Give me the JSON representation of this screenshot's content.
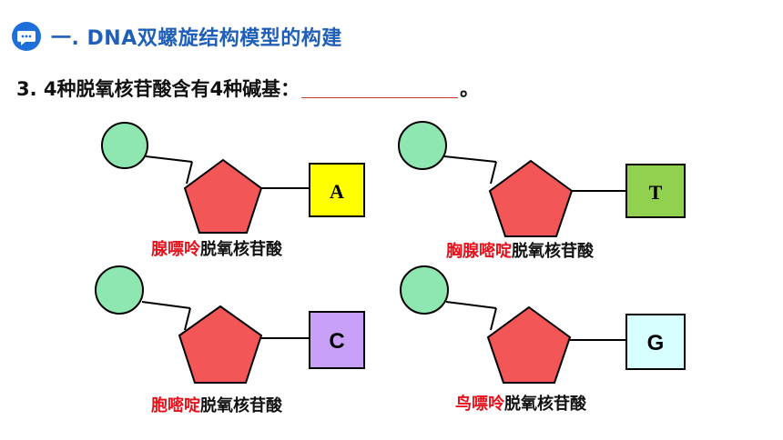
{
  "header": {
    "icon": "chat-bubble-icon",
    "title": "一. DNA双螺旋结构模型的构建"
  },
  "question": {
    "prefix": "3.  4种脱氧核苷酸含有4种碱基：",
    "suffix": "。"
  },
  "colors": {
    "title_blue": "#1f5fb8",
    "phosphate_green": "#8ee6b0",
    "sugar_red": "#f25656",
    "base_A": "#ffff00",
    "base_T": "#92d050",
    "base_C": "#c8a0f8",
    "base_G": "#d8ffff",
    "label_red": "#e8101a"
  },
  "nucleotides": [
    {
      "base_letter": "A",
      "base_name": "腺嘌呤",
      "suffix": "脱氧核苷酸"
    },
    {
      "base_letter": "T",
      "base_name": "胸腺嘧啶",
      "suffix": "脱氧核苷酸"
    },
    {
      "base_letter": "C",
      "base_name": "胞嘧啶",
      "suffix": "脱氧核苷酸"
    },
    {
      "base_letter": "G",
      "base_name": "鸟嘌呤",
      "suffix": "脱氧核苷酸"
    }
  ]
}
